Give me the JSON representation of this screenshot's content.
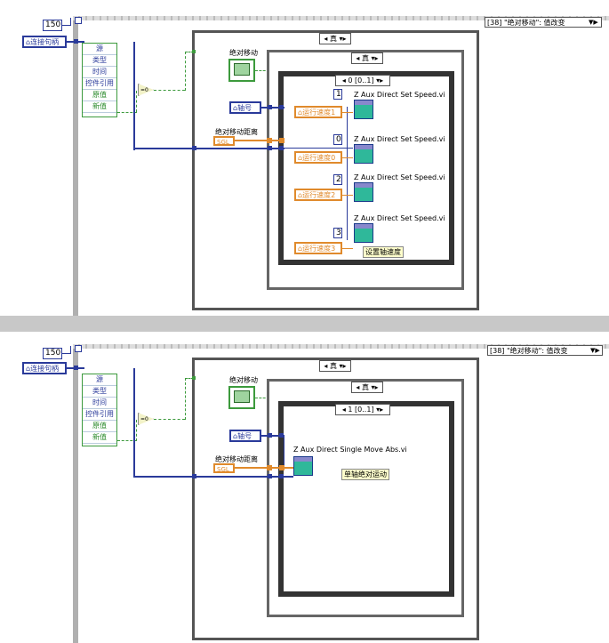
{
  "panels": [
    {
      "loop_count": "150",
      "connection_label": "连接句柄",
      "event_selector": "[38] \"绝对移动\": 值改变",
      "event_items": [
        "源",
        "类型",
        "时间",
        "控件引用",
        "原值",
        "新值"
      ],
      "outer_case": "真",
      "bool_label": "绝对移动",
      "inner_case": "真",
      "axis_label": "轴号",
      "distance_label": "绝对移动距离",
      "distance_type": "SGL",
      "sequence_label": "0 [0..1]",
      "comment": "设置轴速度",
      "rows": [
        {
          "const": "1",
          "speed": "运行速度1",
          "vi": "Z Aux Direct Set Speed.vi"
        },
        {
          "const": "0",
          "speed": "运行速度0",
          "vi": "Z Aux Direct Set Speed.vi"
        },
        {
          "const": "2",
          "speed": "运行速度2",
          "vi": "Z Aux Direct Set Speed.vi"
        },
        {
          "const": "3",
          "speed": "运行速度3",
          "vi": "Z Aux Direct Set Speed.vi"
        }
      ]
    },
    {
      "loop_count": "150",
      "connection_label": "连接句柄",
      "event_selector": "[38] \"绝对移动\": 值改变",
      "event_items": [
        "源",
        "类型",
        "时间",
        "控件引用",
        "原值",
        "新值"
      ],
      "outer_case": "真",
      "bool_label": "绝对移动",
      "inner_case": "真",
      "axis_label": "轴号",
      "distance_label": "绝对移动距离",
      "distance_type": "SGL",
      "sequence_label": "1 [0..1]",
      "comment": "单轴绝对运动",
      "vi": "Z Aux Direct Single Move Abs.vi"
    }
  ],
  "icons": {
    "control": "house-icon",
    "case_arrow": "triangle-down-icon",
    "not": "not-gate-icon"
  },
  "colors": {
    "int_wire": "#2a3a9a",
    "float_wire": "#e08a2c",
    "bool_wire": "#3c9a3c",
    "subvi": "#2fb89a"
  }
}
